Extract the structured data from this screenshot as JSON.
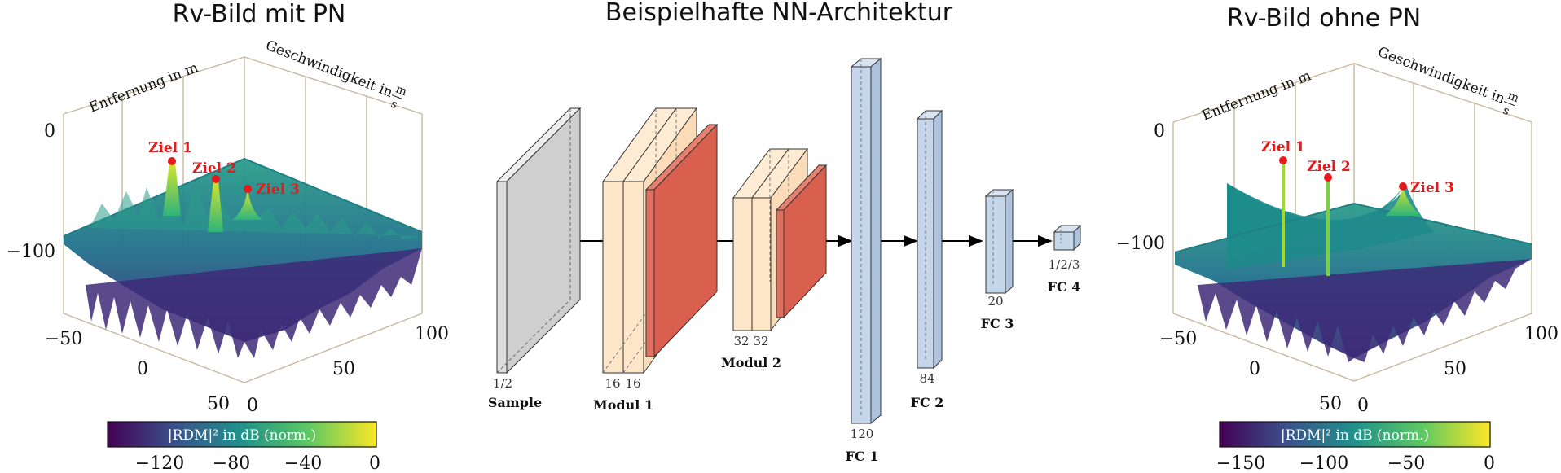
{
  "left_panel": {
    "title": "Rv-Bild mit PN",
    "range_axis_label": "Entfernung in m",
    "velocity_axis_label": "Geschwindigkeit in",
    "velocity_unit_num": "m",
    "velocity_unit_den": "s",
    "z_ticks": [
      "0",
      "−100"
    ],
    "range_ticks": [
      "−50",
      "0",
      "50"
    ],
    "velocity_ticks": [
      "0",
      "50",
      "100"
    ],
    "targets": [
      "Ziel 1",
      "Ziel 2",
      "Ziel 3"
    ],
    "colorbar": {
      "label": "|RDM|² in dB (norm.)",
      "ticks": [
        "−120",
        "−80",
        "−40",
        "0"
      ]
    }
  },
  "center_panel": {
    "title": "Beispielhafte NN-Architektur",
    "blocks": [
      {
        "name": "Sample",
        "dims": [
          "1/2"
        ]
      },
      {
        "name": "Modul 1",
        "dims": [
          "16",
          "16"
        ]
      },
      {
        "name": "Modul 2",
        "dims": [
          "32",
          "32"
        ]
      },
      {
        "name": "FC 1",
        "dims": [
          "120"
        ]
      },
      {
        "name": "FC 2",
        "dims": [
          "84"
        ]
      },
      {
        "name": "FC 3",
        "dims": [
          "20"
        ]
      },
      {
        "name": "FC 4",
        "dims": [
          "1/2/3"
        ]
      }
    ]
  },
  "right_panel": {
    "title": "Rv-Bild ohne PN",
    "range_axis_label": "Entfernung in m",
    "velocity_axis_label": "Geschwindigkeit in",
    "velocity_unit_num": "m",
    "velocity_unit_den": "s",
    "z_ticks": [
      "0",
      "−100"
    ],
    "range_ticks": [
      "−50",
      "0",
      "50"
    ],
    "velocity_ticks": [
      "0",
      "50",
      "100"
    ],
    "targets": [
      "Ziel 1",
      "Ziel 2",
      "Ziel 3"
    ],
    "colorbar": {
      "label": "|RDM|² in dB (norm.)",
      "ticks": [
        "−150",
        "−100",
        "−50",
        "0"
      ]
    }
  },
  "colors": {
    "viridis_start": "#440154",
    "viridis_mid": "#21918c",
    "viridis_end": "#fde725",
    "target_red": "#e41a1c",
    "conv_fill": "#fde5c8",
    "pool_fill": "#e07060",
    "fc_fill": "#c5d6ea",
    "sample_fill": "#dcdcdc",
    "axis_tan": "#c9b8a0"
  }
}
